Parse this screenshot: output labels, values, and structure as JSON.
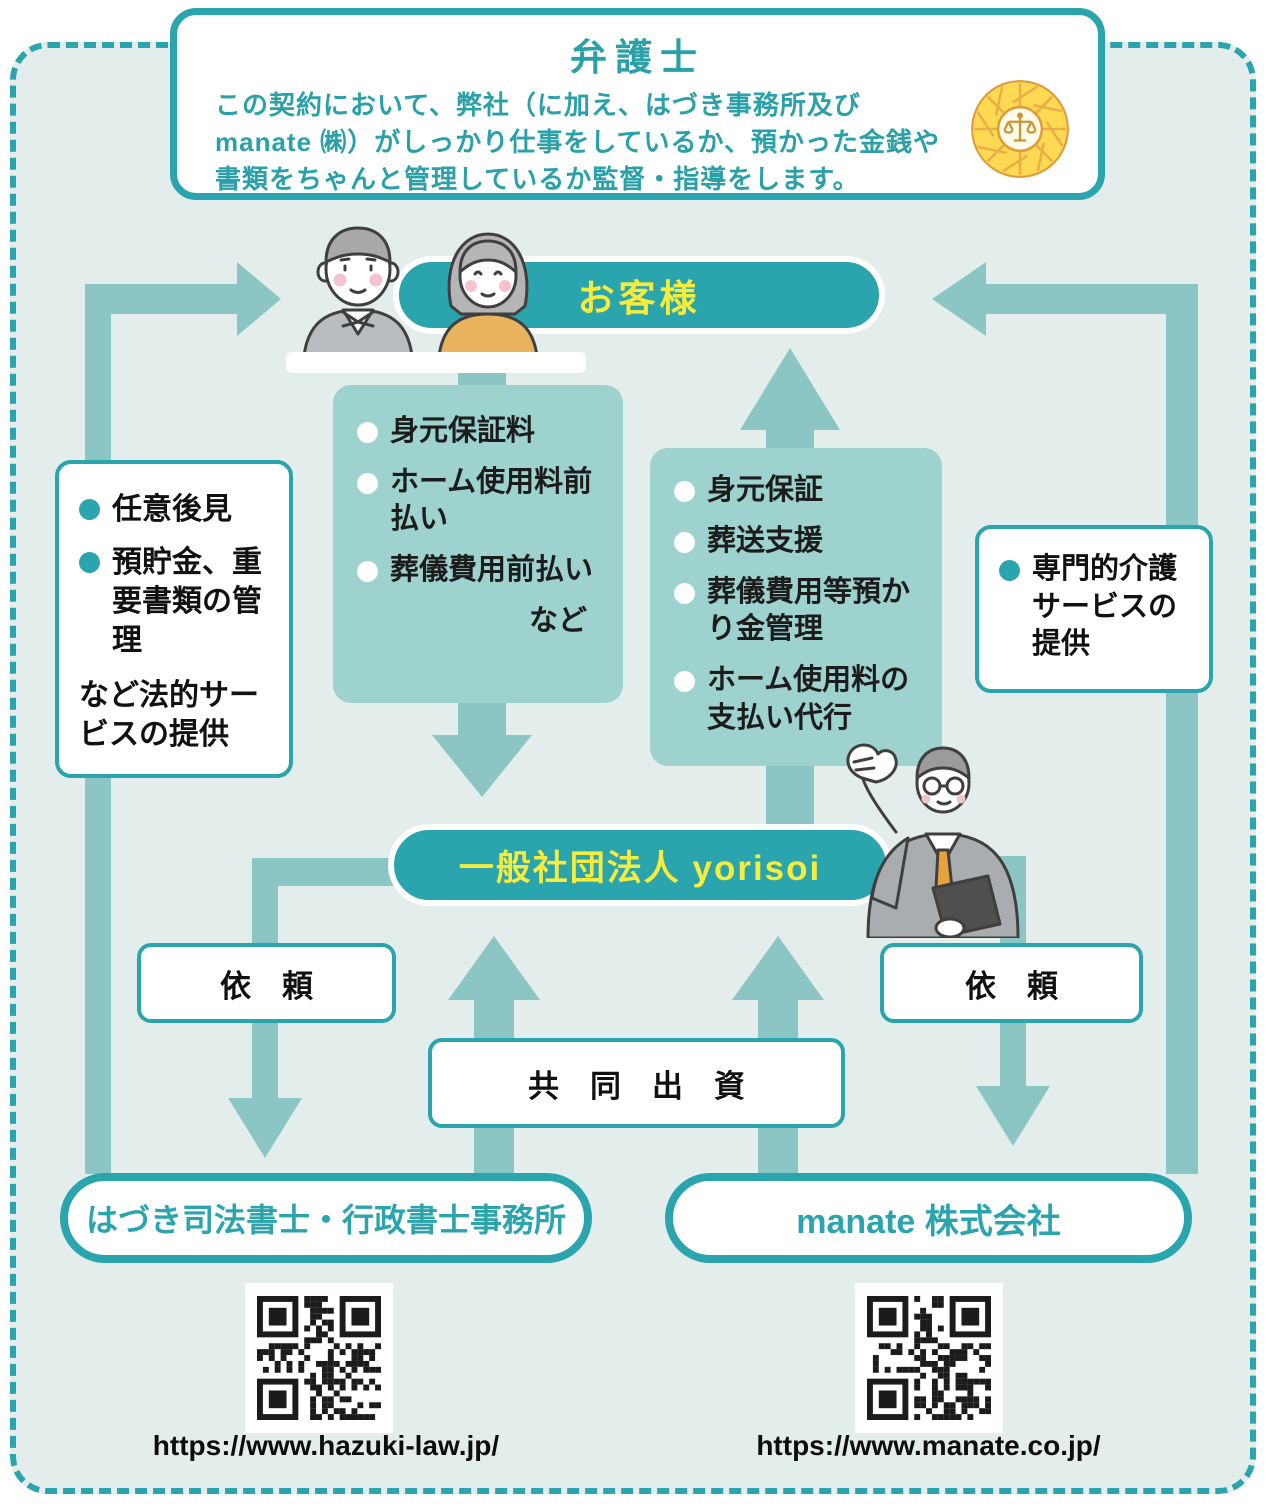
{
  "palette": {
    "teal": "#2aa4ad",
    "mint_background": "#e3eeec",
    "arrow_teal": "#8cc6c4",
    "teal_box_background": "#9dd2cf",
    "accent_yellow_text": "#f6ec3d",
    "badge_yellow": "#ffd952",
    "text_black": "#111111"
  },
  "icons": {
    "badge": "lawyer-scales-badge",
    "couple": "elderly-couple-illustration",
    "staff": "businessman-illustration",
    "qr_left": "qr-code",
    "qr_right": "qr-code"
  },
  "lawyer": {
    "title": "弁護士",
    "body": "この契約において、弊社（に加え、はづき事務所及び manate ㈱）がしっかり仕事をしているか、預かった金銭や書類をちゃんと管理しているか監督・指導をします。"
  },
  "customer": {
    "label": "お客様"
  },
  "legal_box": {
    "items": [
      "任意後見",
      "預貯金、重要書類の管理"
    ],
    "footer": "など法的サービスの提供"
  },
  "fees_box": {
    "items": [
      "身元保証料",
      "ホーム使用料前払い",
      "葬儀費用前払い"
    ],
    "suffix": "など"
  },
  "services_box": {
    "items": [
      "身元保証",
      "葬送支援",
      "葬儀費用等預かり金管理",
      "ホーム使用料の支払い代行"
    ]
  },
  "care_box": {
    "items": [
      "専門的介護サービスの提供"
    ]
  },
  "yorisoi": {
    "label": "一般社団法人 yorisoi"
  },
  "request_left": {
    "label": "依　頼"
  },
  "request_right": {
    "label": "依　頼"
  },
  "joint_funding": {
    "label": "共　同　出　資"
  },
  "hazuki": {
    "label": "はづき司法書士・行政書士事務所",
    "url": "https://www.hazuki-law.jp/"
  },
  "manate": {
    "label": "manate 株式会社",
    "url": "https://www.manate.co.jp/"
  }
}
